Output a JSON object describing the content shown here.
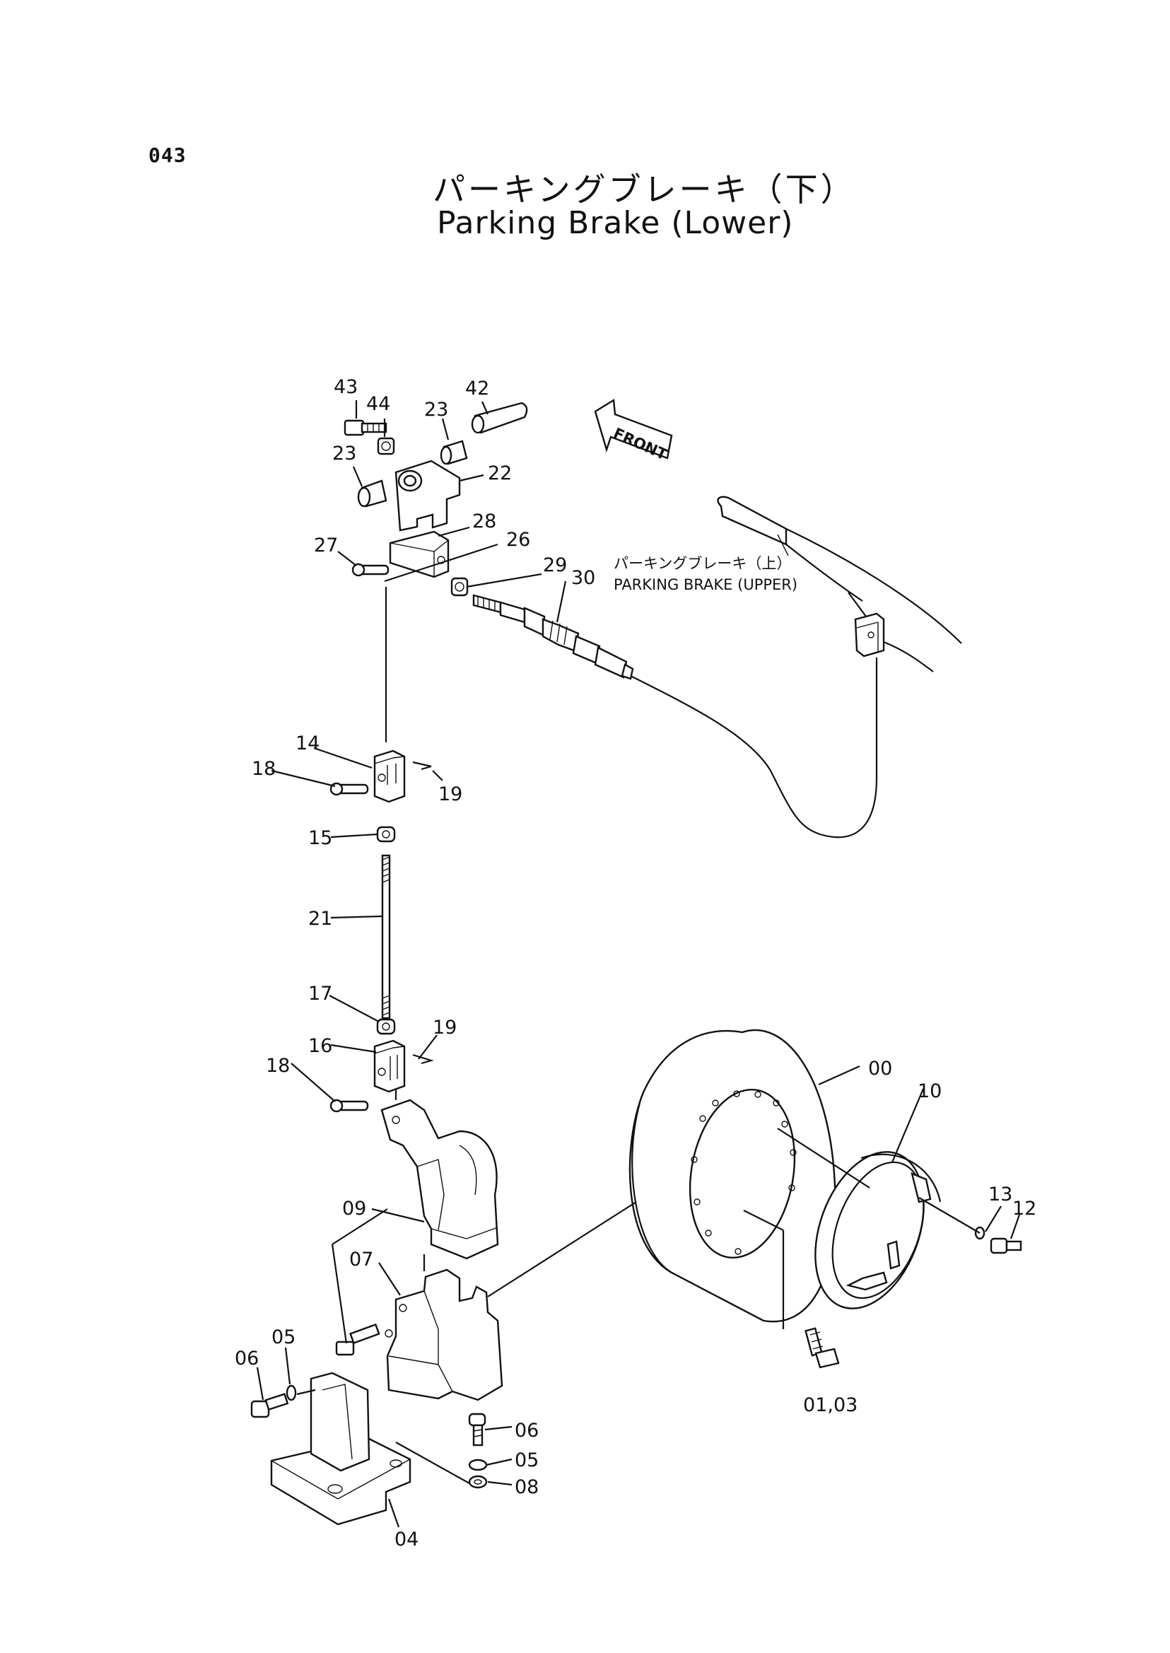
{
  "header": {
    "page_number": "043",
    "title_jp": "パーキングブレーキ（下）",
    "title_en": "Parking Brake (Lower)"
  },
  "diagram": {
    "direction_label": "FRONT",
    "note_jp": "パーキングブレーキ（上）",
    "note_en": "PARKING BRAKE (UPPER)",
    "callouts": [
      {
        "id": "c43",
        "text": "43"
      },
      {
        "id": "c44",
        "text": "44"
      },
      {
        "id": "c23a",
        "text": "23"
      },
      {
        "id": "c42",
        "text": "42"
      },
      {
        "id": "c23b",
        "text": "23"
      },
      {
        "id": "c22",
        "text": "22"
      },
      {
        "id": "c28",
        "text": "28"
      },
      {
        "id": "c27",
        "text": "27"
      },
      {
        "id": "c26",
        "text": "26"
      },
      {
        "id": "c29",
        "text": "29"
      },
      {
        "id": "c30",
        "text": "30"
      },
      {
        "id": "c14",
        "text": "14"
      },
      {
        "id": "c18a",
        "text": "18"
      },
      {
        "id": "c19a",
        "text": "19"
      },
      {
        "id": "c15",
        "text": "15"
      },
      {
        "id": "c21",
        "text": "21"
      },
      {
        "id": "c17",
        "text": "17"
      },
      {
        "id": "c19b",
        "text": "19"
      },
      {
        "id": "c16",
        "text": "16"
      },
      {
        "id": "c18b",
        "text": "18"
      },
      {
        "id": "c00",
        "text": "00"
      },
      {
        "id": "c10",
        "text": "10"
      },
      {
        "id": "c13",
        "text": "13"
      },
      {
        "id": "c12",
        "text": "12"
      },
      {
        "id": "c09",
        "text": "09"
      },
      {
        "id": "c07",
        "text": "07"
      },
      {
        "id": "c06a",
        "text": "06"
      },
      {
        "id": "c05a",
        "text": "05"
      },
      {
        "id": "c06b",
        "text": "06"
      },
      {
        "id": "c05b",
        "text": "05"
      },
      {
        "id": "c08",
        "text": "08"
      },
      {
        "id": "c0103",
        "text": "01,03"
      },
      {
        "id": "c04",
        "text": "04"
      }
    ]
  }
}
